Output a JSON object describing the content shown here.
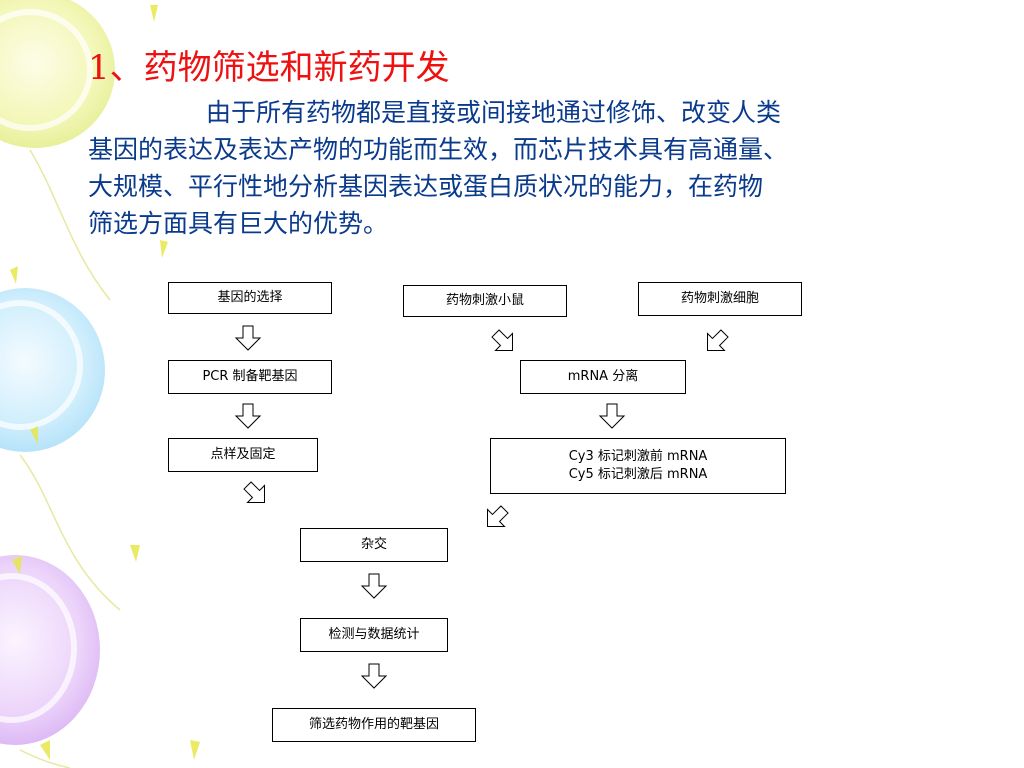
{
  "slide": {
    "title": "1、药物筛选和新药开发",
    "paragraph_lines": [
      "由于所有药物都是直接或间接地通过修饰、改变人类",
      "基因的表达及表达产物的功能而生效，而芯片技术具有高通量、",
      "大规模、平行性地分析基因表达或蛋白质状况的能力，在药物",
      "筛选方面具有巨大的优势。"
    ]
  },
  "flowchart": {
    "gene_select": "基因的选择",
    "pcr": "PCR 制备靶基因",
    "spot_fix": "点样及固定",
    "drug_mouse": "药物刺激小鼠",
    "drug_cell": "药物刺激细胞",
    "mrna_sep": "mRNA 分离",
    "label_cy3": "Cy3 标记刺激前 mRNA",
    "label_cy5": "Cy5 标记刺激后 mRNA",
    "hybrid": "杂交",
    "detect": "检测与数据统计",
    "target": "筛选药物作用的靶基因"
  }
}
